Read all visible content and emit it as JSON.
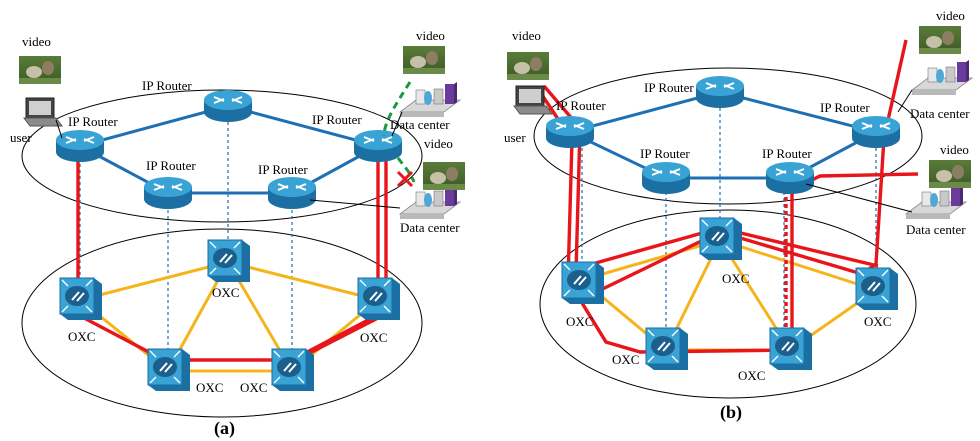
{
  "panel_a": {
    "caption": "(a)",
    "user_label": "user",
    "video_labels": [
      "video",
      "video",
      "video"
    ],
    "router_labels": [
      "IP Router",
      "IP Router",
      "IP Router",
      "IP Router",
      "IP Router"
    ],
    "oxc_labels": [
      "OXC",
      "OXC",
      "OXC",
      "OXC",
      "OXC"
    ],
    "datacenter_labels": [
      "Data center",
      "Data center"
    ]
  },
  "panel_b": {
    "caption": "(b)",
    "user_label": "user",
    "video_labels": [
      "video",
      "video",
      "video"
    ],
    "router_labels": [
      "IP Router",
      "IP Router",
      "IP Router",
      "IP Router",
      "IP Router"
    ],
    "oxc_labels": [
      "OXC",
      "OXC",
      "OXC",
      "OXC",
      "OXC"
    ],
    "datacenter_labels": [
      "Data center",
      "Data center"
    ]
  },
  "colors": {
    "ip_link": "#1f6fb5",
    "optical_link": "#f5b41a",
    "lightpath": "#e8151b",
    "backup_path": "#1a9a3a",
    "router_body": "#2a8fc6",
    "oxc_body": "#2a8fc6"
  }
}
